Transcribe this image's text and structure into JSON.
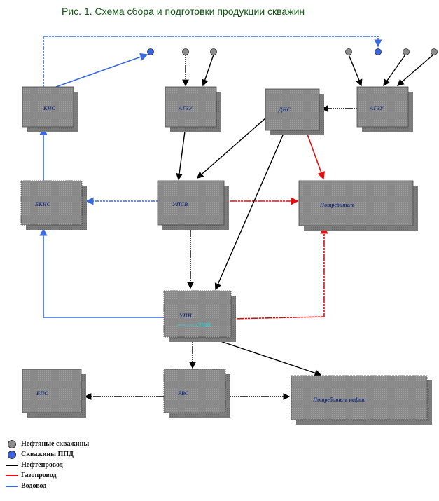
{
  "title": "Рис. 1. Схема сбора и подготовки продукции скважин",
  "boxes": {
    "kns": {
      "label": "КНС"
    },
    "agzu1": {
      "label": "АГЗУ"
    },
    "dns": {
      "label": "ДНС"
    },
    "agzu2": {
      "label": "АГЗУ"
    },
    "bkns": {
      "label": "БКНС"
    },
    "upsv": {
      "label": "УПСВ"
    },
    "gas_consumer": {
      "label": "Потребитель"
    },
    "upn": {
      "label": "УПН",
      "sublabel": "СППН"
    },
    "bps": {
      "label": "БПС"
    },
    "rvs": {
      "label": "РВС"
    },
    "oil_consumer": {
      "label": "Потребитель нефти"
    }
  },
  "legend": {
    "oil_wells": "Нефтяные скважины",
    "ppd_wells": "Скважины ППД",
    "oil_pipeline": "Нефтепровод",
    "gas_pipeline": "Газопровод",
    "water_pipeline": "Водовод"
  },
  "colors": {
    "oil_well": "#8c8c8c",
    "ppd_well": "#3a64e0",
    "oil_line": "#000000",
    "gas_line": "#e01010",
    "water_line": "#3a6ae0",
    "box_fill": "#8a8a8a",
    "box_shadow": "#6e6e6e",
    "title_color": "#0e5a12"
  }
}
